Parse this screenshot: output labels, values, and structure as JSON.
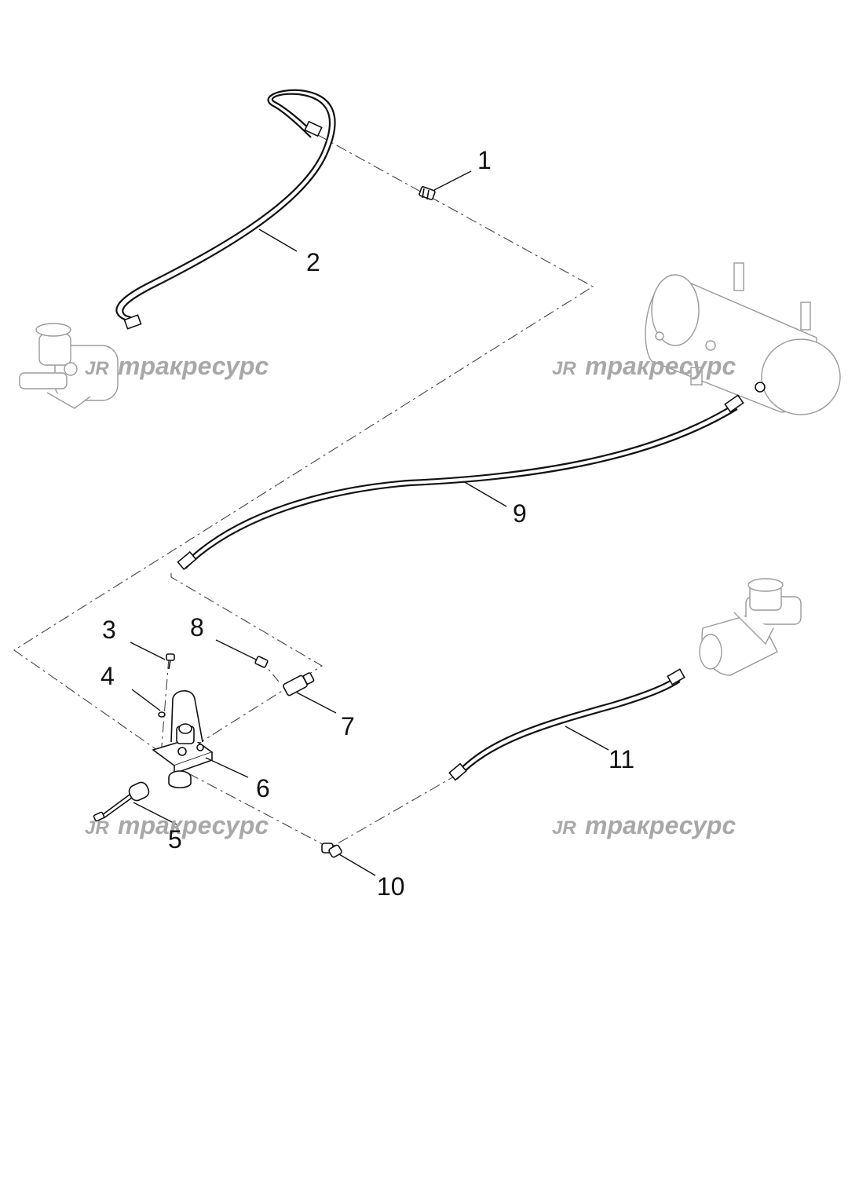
{
  "callouts": [
    {
      "id": "1",
      "text": "1"
    },
    {
      "id": "2",
      "text": "2"
    },
    {
      "id": "3",
      "text": "3"
    },
    {
      "id": "4",
      "text": "4"
    },
    {
      "id": "5",
      "text": "5"
    },
    {
      "id": "6",
      "text": "6"
    },
    {
      "id": "7",
      "text": "7"
    },
    {
      "id": "8",
      "text": "8"
    },
    {
      "id": "9",
      "text": "9"
    },
    {
      "id": "10",
      "text": "10"
    },
    {
      "id": "11",
      "text": "11"
    }
  ],
  "watermark": {
    "logo": "JR",
    "text": "тракресурс",
    "color": "#a8a8a8"
  }
}
